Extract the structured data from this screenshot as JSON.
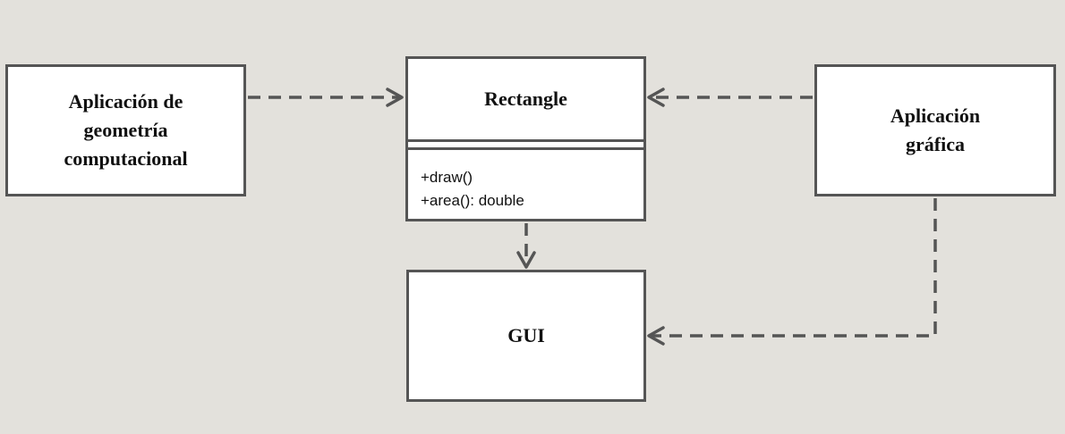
{
  "colors": {
    "background": "#e3e1dc",
    "box_fill": "#ffffff",
    "stroke": "#555555",
    "text": "#111111"
  },
  "nodes": {
    "geometry_app": {
      "lines": [
        "Aplicación de",
        "geometría",
        "computacional"
      ]
    },
    "graphics_app": {
      "lines": [
        "Aplicación",
        "gráfica"
      ]
    },
    "rectangle": {
      "name": "Rectangle",
      "methods": [
        "+draw()",
        "+area(): double"
      ]
    },
    "gui": {
      "name": "GUI"
    }
  },
  "edges": [
    {
      "from": "geometry_app",
      "to": "rectangle",
      "style": "dashed-arrow"
    },
    {
      "from": "graphics_app",
      "to": "rectangle",
      "style": "dashed-arrow"
    },
    {
      "from": "rectangle",
      "to": "gui",
      "style": "dashed-arrow"
    },
    {
      "from": "graphics_app",
      "to": "gui",
      "style": "dashed-arrow"
    }
  ]
}
